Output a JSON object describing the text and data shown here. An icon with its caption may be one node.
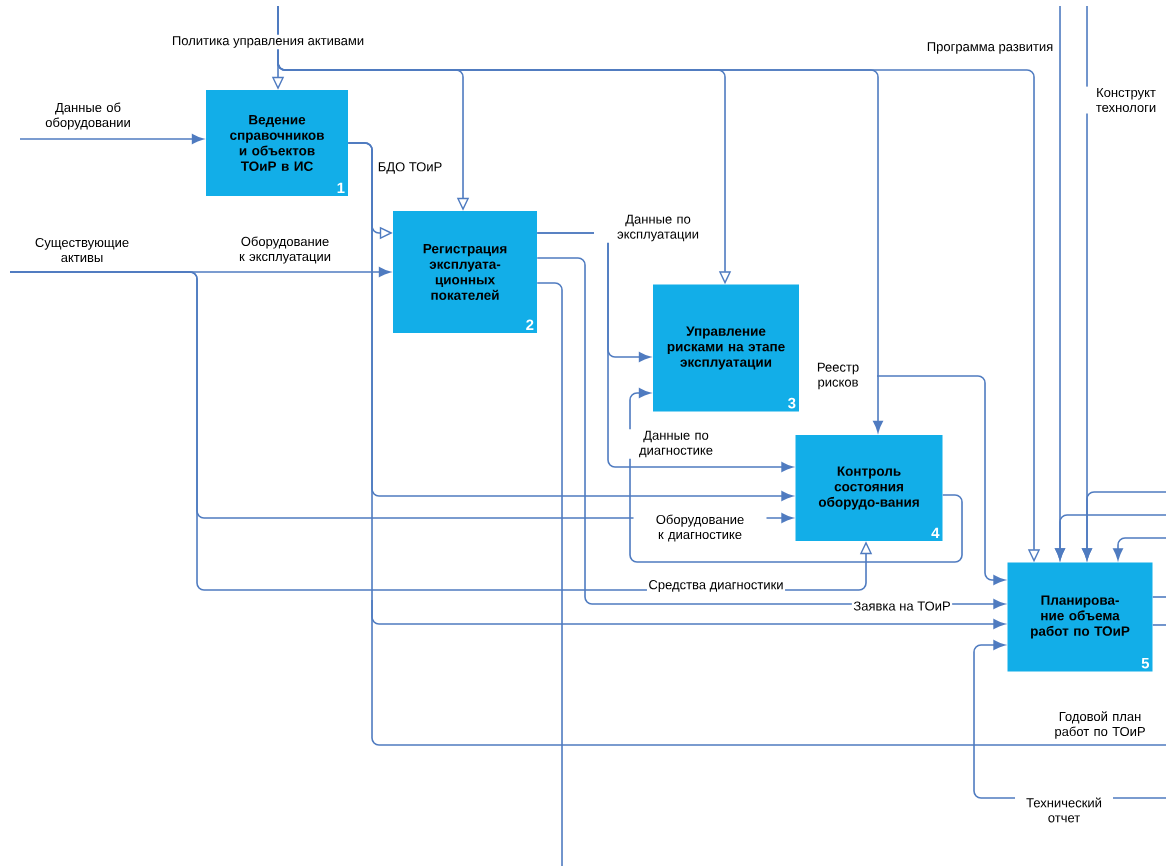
{
  "diagram": {
    "nodes": [
      {
        "text": [
          "Ведение справочников и объектов ТОиР в ИС",
          "1"
        ]
      },
      {
        "text": [
          "Регистрация эксплуата-ционных покателей",
          "2"
        ]
      },
      {
        "text": [
          "Управление рисками на этапе эксплуатации",
          "3"
        ]
      },
      {
        "text": [
          "Контроль состояния оборудо-вания",
          "4"
        ]
      },
      {
        "text": [
          "Планирова-ние объема работ по ТОиР",
          "5"
        ]
      }
    ],
    "edges": [
      {
        "from": null,
        "to": 0,
        "arrow": "to",
        "label": "Политика управления активами"
      },
      {
        "from": null,
        "to": 1,
        "arrow": "to"
      },
      {
        "from": null,
        "to": 2,
        "arrow": "to"
      },
      {
        "from": null,
        "to": 3,
        "arrow": "to"
      },
      {
        "from": null,
        "to": 4,
        "arrow": "to"
      },
      {
        "from": null,
        "to": 0,
        "arrow": "to",
        "label": "Данные об оборудовании"
      },
      {
        "from": 0,
        "to": 1,
        "arrow": "to",
        "label": "БДО ТОиР"
      },
      {
        "from": 0,
        "to": 3,
        "arrow": "to"
      },
      {
        "from": 0,
        "to": 4,
        "arrow": "to"
      },
      {
        "from": null,
        "to": 1,
        "arrow": "to",
        "label": "Оборудование к эксплуатации"
      },
      {
        "from": null,
        "to": 3,
        "arrow": "to",
        "label": "Оборудование к диагностике"
      },
      {
        "from": null,
        "to": 3,
        "arrow": "to",
        "label": "Средства диагностики"
      },
      {
        "from": 1,
        "to": 2,
        "arrow": "to",
        "label": "Данные по эксплуатации"
      },
      {
        "from": 1,
        "to": 3,
        "arrow": "to"
      },
      {
        "from": 1,
        "to": 4,
        "arrow": "to",
        "label": "Заявка на ТОиР"
      },
      {
        "from": 1,
        "to": null,
        "arrow": "none"
      },
      {
        "from": 2,
        "to": 4,
        "arrow": "to",
        "label": "Реестр рисков"
      },
      {
        "from": 3,
        "to": 2,
        "arrow": "to",
        "label": "Данные по диагностике"
      },
      {
        "from": null,
        "to": 4,
        "arrow": "to",
        "label": "Технический отчет"
      },
      {
        "from": null,
        "to": 4,
        "arrow": "to",
        "label": "Программа развития"
      },
      {
        "from": null,
        "to": 4,
        "arrow": "to",
        "label": "Конструкт технологи"
      },
      {
        "from": null,
        "to": 4,
        "arrow": "to"
      },
      {
        "from": 4,
        "to": null,
        "arrow": "none"
      },
      {
        "from": 4,
        "to": null,
        "arrow": "none"
      },
      {
        "from": null,
        "to": 4,
        "arrow": "to"
      },
      {
        "from": null,
        "to": 4,
        "arrow": "to"
      }
    ],
    "labels": [
      "Существующие активы",
      "Годовой план работ по ТОиР"
    ]
  }
}
